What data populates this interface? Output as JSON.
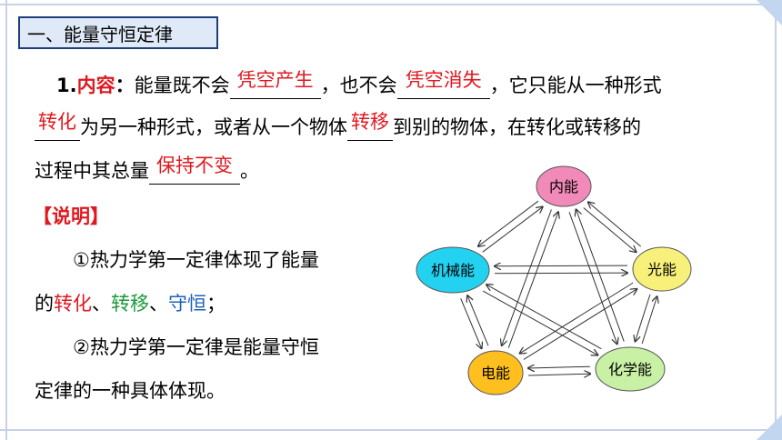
{
  "section_title": "一、能量守恒定律",
  "content": {
    "number": "1.",
    "label": "内容",
    "colon": "：",
    "p1_a": "能量既不会",
    "blank1": "凭空产生",
    "p1_b": "，也不会",
    "blank2": "凭空消失",
    "p1_c": "，它只能从一种形式",
    "blank3": "转化",
    "p2_a": "为另一种形式，或者从一个物体",
    "blank4": "转移",
    "p2_b": "到别的物体，在转化或转移的",
    "p3_a": "过程中其总量",
    "blank5": "保持不变",
    "p3_b": "。"
  },
  "note": {
    "heading": "【说明】",
    "item1_a": "①热力学第一定律体现了能量",
    "item1_b": "的",
    "w1": "转化",
    "sep1": "、",
    "w2": "转移",
    "sep2": "、",
    "w3": "守恒",
    "end1": "；",
    "item2_a": "②热力学第一定律是能量守恒",
    "item2_b": "定律的一种具体体现。"
  },
  "diagram": {
    "nodes": [
      {
        "id": "internal",
        "label": "内能",
        "color": "#f28ab9"
      },
      {
        "id": "light",
        "label": "光能",
        "color": "#f7f07a"
      },
      {
        "id": "chemical",
        "label": "化学能",
        "color": "#c9f1a6"
      },
      {
        "id": "electric",
        "label": "电能",
        "color": "#ffbf1f"
      },
      {
        "id": "mechanical",
        "label": "机械能",
        "color": "#23d2f0"
      }
    ]
  }
}
